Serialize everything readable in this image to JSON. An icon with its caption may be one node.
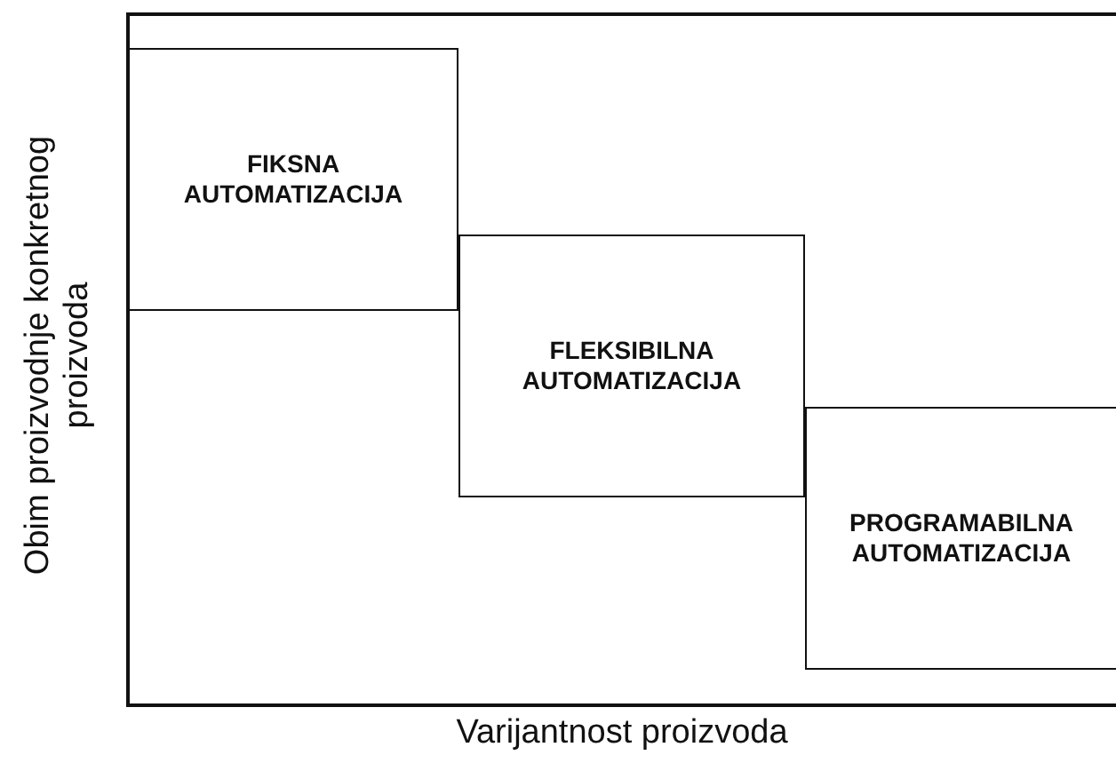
{
  "diagram": {
    "nodes": [
      {
        "text": [
          "FIKSNA AUTOMATIZACIJA"
        ]
      },
      {
        "text": [
          "FLEKSIBILNA AUTOMATIZACIJA"
        ]
      },
      {
        "text": [
          "PROGRAMABILNA AUTOMATIZACIJA"
        ]
      }
    ],
    "labels": [
      "Obim proizvodnje konkretnog proizvoda",
      "Varijantnost proizvoda"
    ]
  }
}
